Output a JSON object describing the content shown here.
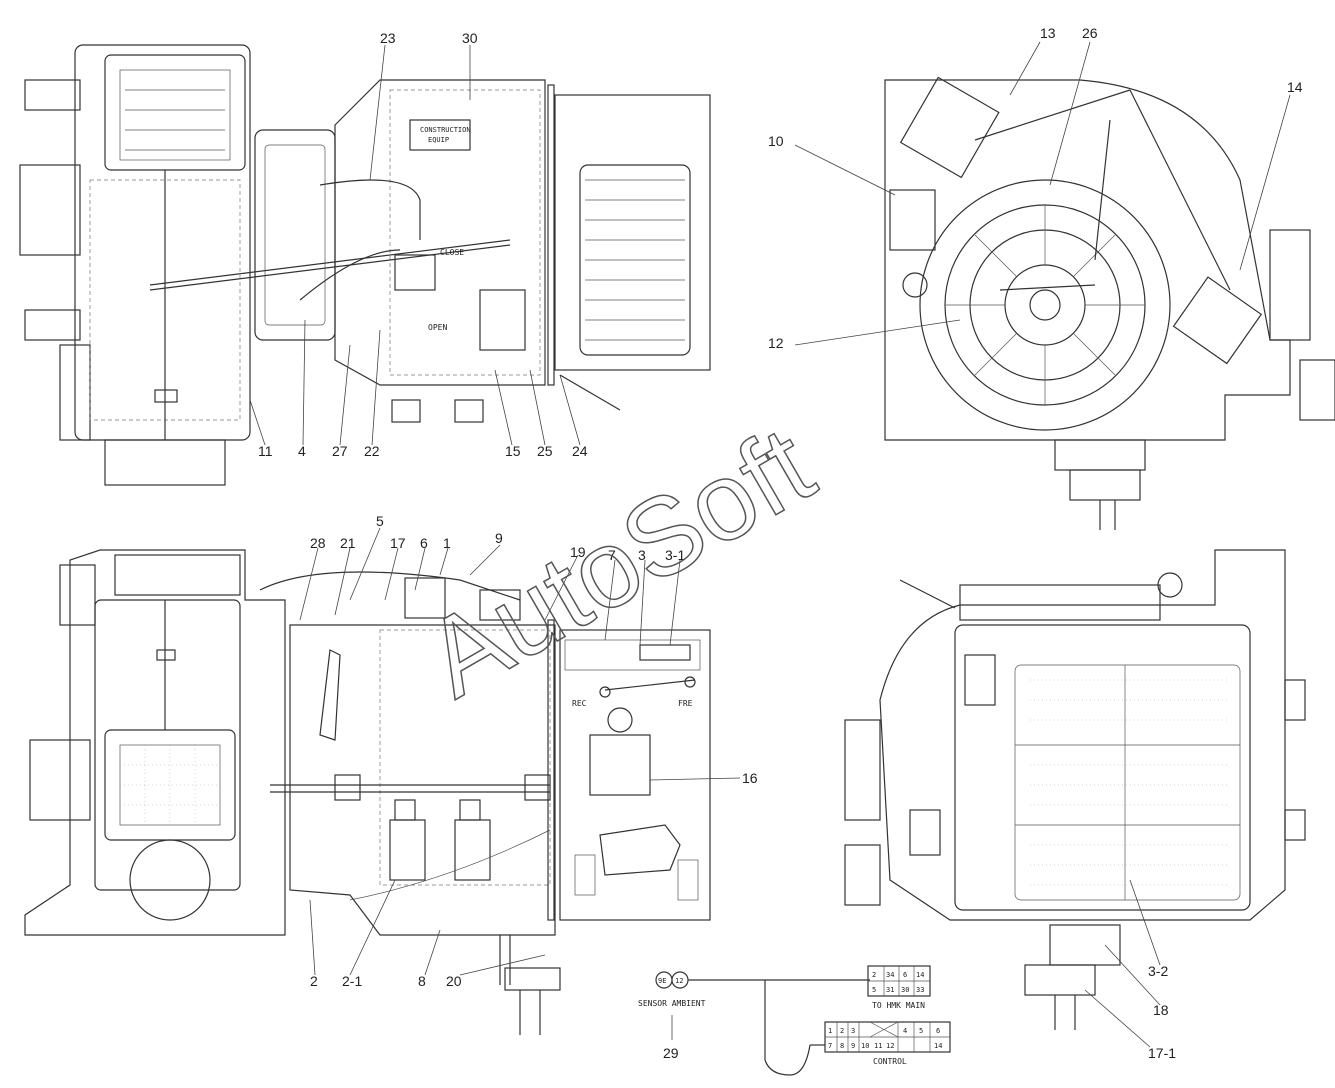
{
  "watermark": "AutoSoft",
  "labels": {
    "close": "CLOSE",
    "open": "OPEN",
    "rec": "REC",
    "fre": "FRE",
    "sensor_ambient": "SENSOR AMBIENT",
    "to_hmk_main": "TO HMK MAIN",
    "control": "CONTROL",
    "construction_plate_1": "CONSTRUCTION",
    "construction_plate_2": "EQUIP"
  },
  "sensor_connector": {
    "pins": [
      "9E",
      "12"
    ]
  },
  "hmk_connector": {
    "pins": [
      "2",
      "34",
      "6",
      "14",
      "5",
      "31",
      "30",
      "33"
    ]
  },
  "control_connector": {
    "pins": [
      "1",
      "2",
      "3",
      "4",
      "5",
      "6",
      "7",
      "8",
      "9",
      "10",
      "11",
      "12",
      "14"
    ]
  },
  "callouts": {
    "c23": "23",
    "c30": "30",
    "c11": "11",
    "c4": "4",
    "c27": "27",
    "c22": "22",
    "c15": "15",
    "c25": "25",
    "c24": "24",
    "c13": "13",
    "c26": "26",
    "c14": "14",
    "c10": "10",
    "c12": "12",
    "c28": "28",
    "c21": "21",
    "c5": "5",
    "c17": "17",
    "c6": "6",
    "c1": "1",
    "c9": "9",
    "c19": "19",
    "c7": "7",
    "c3": "3",
    "c3_1": "3-1",
    "c16": "16",
    "c2": "2",
    "c2_1": "2-1",
    "c8": "8",
    "c20": "20",
    "c3_2": "3-2",
    "c18": "18",
    "c17_1": "17-1",
    "c29": "29"
  }
}
